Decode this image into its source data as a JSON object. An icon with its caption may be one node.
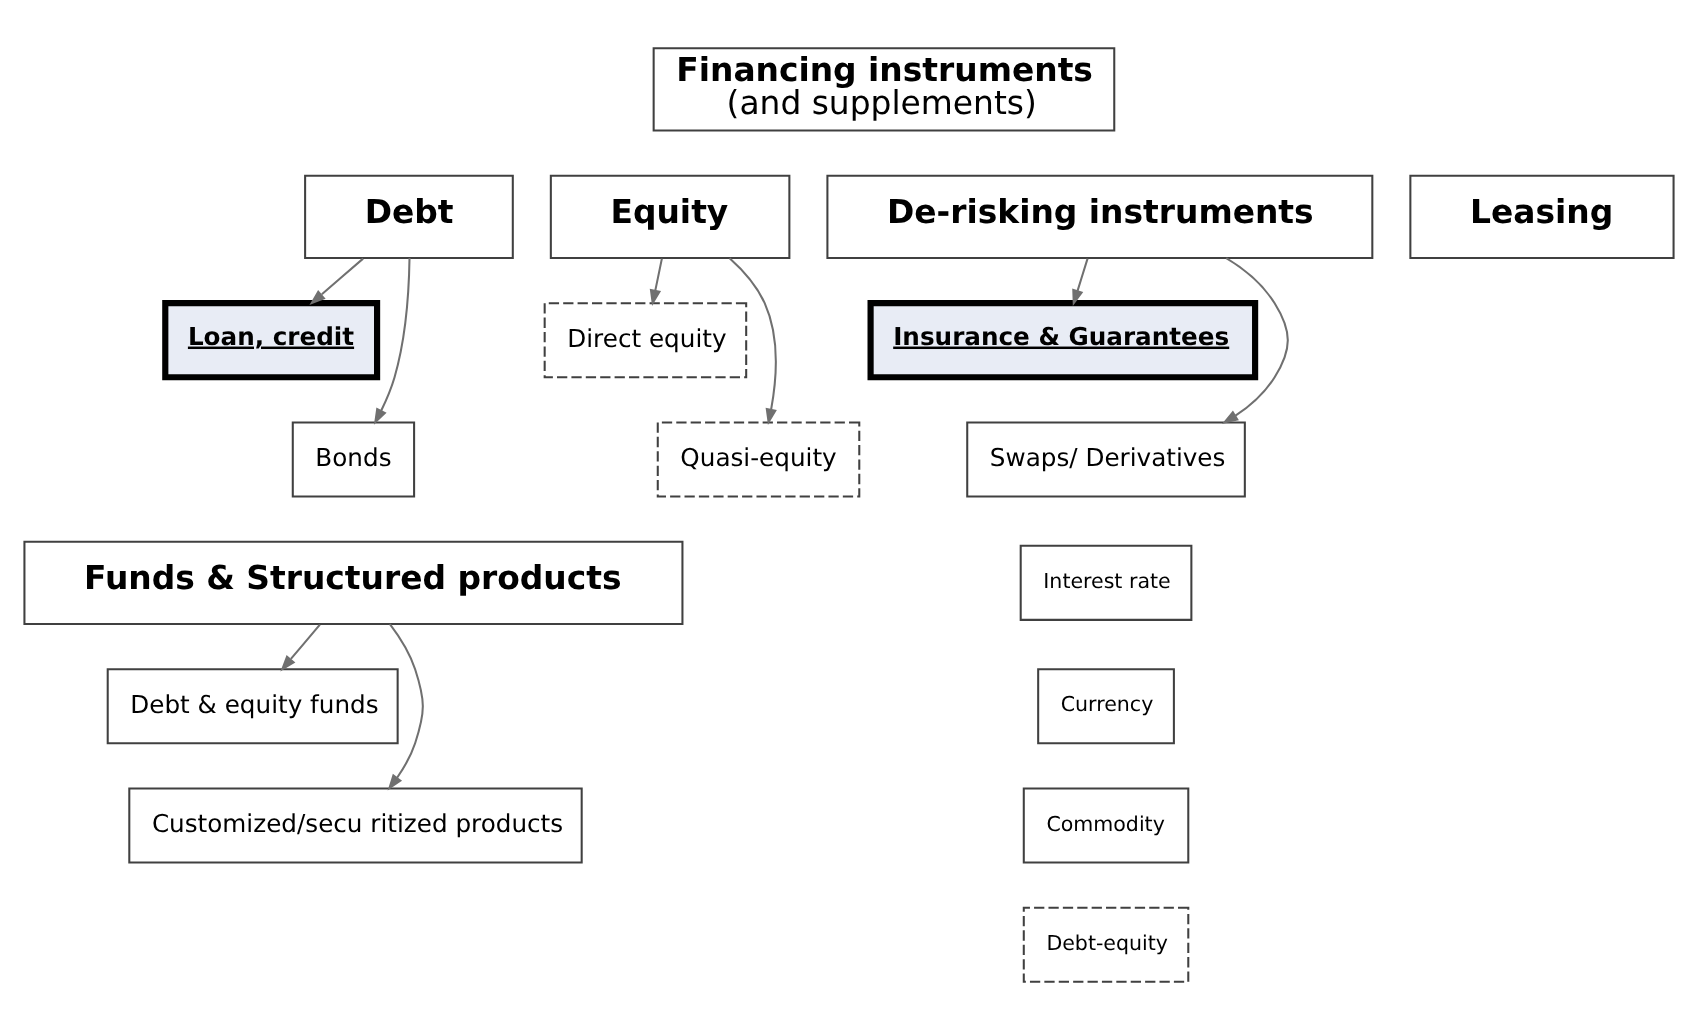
{
  "diagram": {
    "nodes": [
      {
        "text": [
          "Financing instruments",
          "(and supplements)"
        ]
      },
      {
        "text": [
          "Debt"
        ]
      },
      {
        "text": [
          "Loan, credit"
        ]
      },
      {
        "text": [
          "Bonds"
        ]
      },
      {
        "text": [
          "Equity"
        ]
      },
      {
        "text": [
          "Direct equity"
        ]
      },
      {
        "text": [
          "Quasi-equity"
        ]
      },
      {
        "text": [
          "De-risking instruments"
        ]
      },
      {
        "text": [
          "Insurance & Guarantees"
        ]
      },
      {
        "text": [
          "Swaps/ Derivatives"
        ]
      },
      {
        "text": [
          "Interest rate"
        ]
      },
      {
        "text": [
          "Currency"
        ]
      },
      {
        "text": [
          "Commodity"
        ]
      },
      {
        "text": [
          "Debt-equity"
        ]
      },
      {
        "text": [
          "Leasing"
        ]
      },
      {
        "text": [
          "Funds & Structured products"
        ]
      },
      {
        "text": [
          "Debt & equity funds"
        ]
      },
      {
        "text": [
          "Customized/secu ritized products"
        ]
      }
    ],
    "edges": [
      {
        "from": 1,
        "to": 2,
        "arrow": "to"
      },
      {
        "from": 1,
        "to": 3,
        "arrow": "to"
      },
      {
        "from": 4,
        "to": 5,
        "arrow": "to"
      },
      {
        "from": 4,
        "to": 6,
        "arrow": "to"
      },
      {
        "from": 7,
        "to": 8,
        "arrow": "to"
      },
      {
        "from": 7,
        "to": 9,
        "arrow": "to"
      },
      {
        "from": 15,
        "to": 16,
        "arrow": "to"
      },
      {
        "from": 15,
        "to": 17,
        "arrow": "to"
      }
    ]
  }
}
